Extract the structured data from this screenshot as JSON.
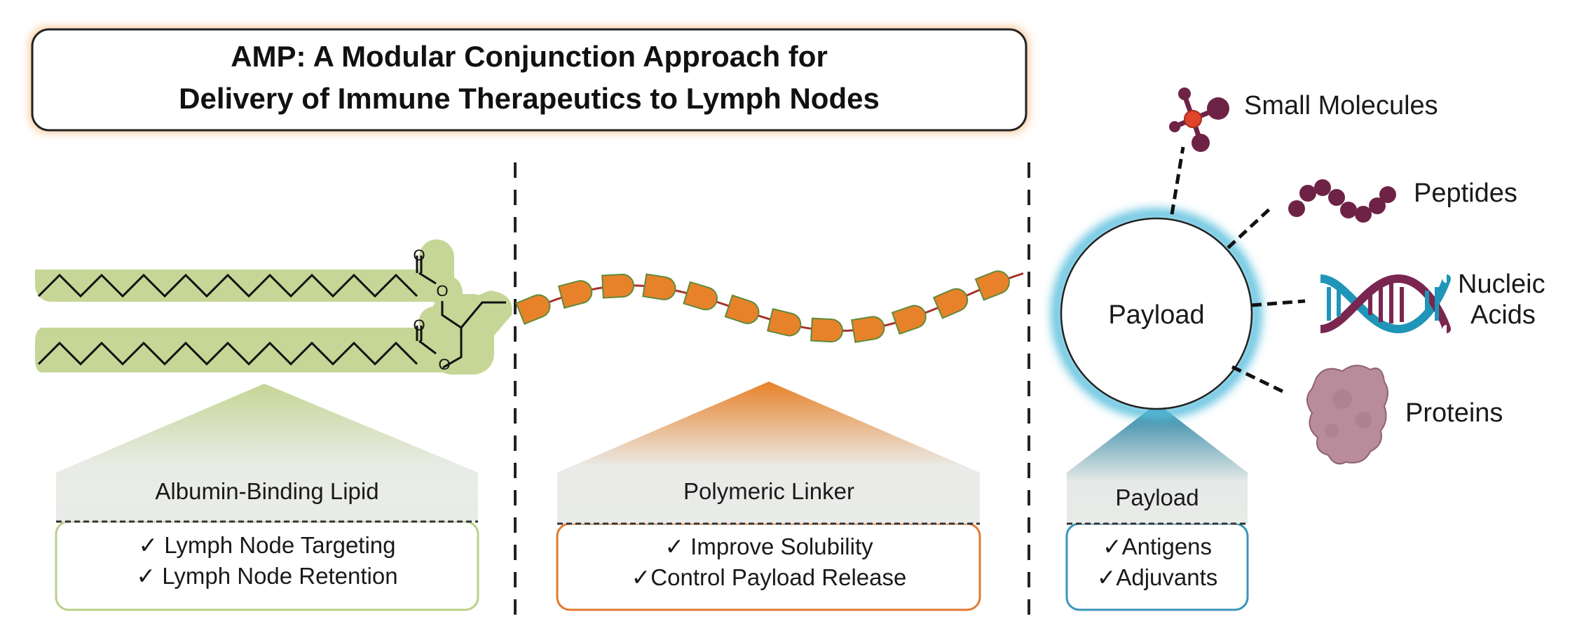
{
  "title": {
    "line1": "AMP: A Modular Conjunction Approach for",
    "line2": "Delivery of Immune Therapeutics to Lymph Nodes"
  },
  "sections": [
    {
      "name": "albumin-binding-lipid",
      "heading": "Albumin-Binding Lipid",
      "items": [
        "✓ Lymph Node Targeting",
        "✓ Lymph Node Retention"
      ],
      "accent": "#c5d696",
      "border": "#b9d08a"
    },
    {
      "name": "polymeric-linker",
      "heading": "Polymeric Linker",
      "items": [
        "✓ Improve Solubility",
        "✓Control Payload Release"
      ],
      "accent": "#e8822a",
      "border": "#e07a30"
    },
    {
      "name": "payload",
      "heading": "Payload",
      "items": [
        "✓Antigens",
        "✓Adjuvants"
      ],
      "accent": "#1f7fa0",
      "border": "#3a95bb"
    }
  ],
  "payload_circle": {
    "label": "Payload",
    "glow": "#5bc0de"
  },
  "payload_types": [
    {
      "label": "Small Molecules",
      "icon": "small-molecule-icon"
    },
    {
      "label": "Peptides",
      "icon": "peptide-chain-icon"
    },
    {
      "label": "Nucleic",
      "label2": "Acids",
      "icon": "dna-helix-icon"
    },
    {
      "label": "Proteins",
      "icon": "protein-icon"
    }
  ],
  "colors": {
    "lipid": "#c5d696",
    "linker_bead": "#e8822a",
    "linker_strand": "#a8322a",
    "molecule": "#6e2346",
    "molecule_center": "#e0442a",
    "dna_teal": "#1f95b8",
    "dna_maroon": "#7a2650",
    "protein": "#b98c9c",
    "title_glow": "#f7c79c"
  }
}
